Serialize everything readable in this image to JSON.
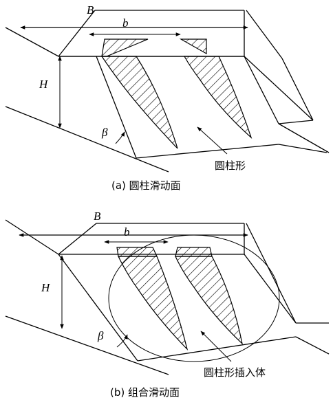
{
  "diagram_a": {
    "label_B": "B",
    "label_b": "b",
    "label_H": "H",
    "label_beta": "β",
    "arrow_label": "圆柱形",
    "caption": "(a) 圆柱滑动面"
  },
  "diagram_b": {
    "label_B": "B",
    "label_b": "b",
    "label_H": "H",
    "label_beta": "β",
    "arrow_label": "圆柱形插入体",
    "caption": "(b) 组合滑动面"
  }
}
